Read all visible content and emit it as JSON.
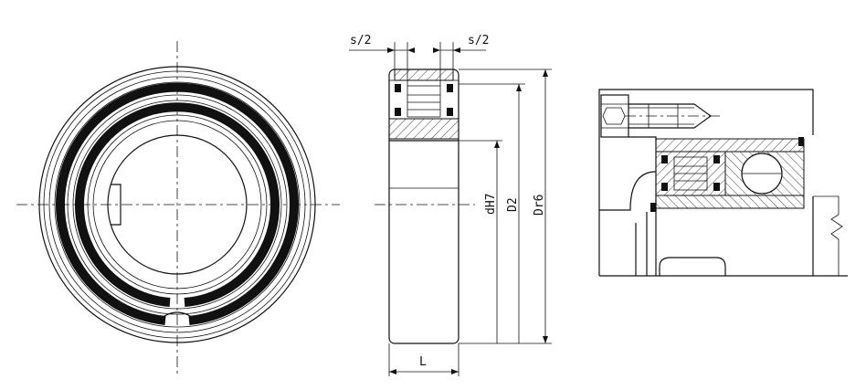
{
  "labels": {
    "s_half_left": "s/2",
    "s_half_right": "s/2",
    "bore": "dH7",
    "inner_diameter": "D2",
    "outer_diameter": "Dr6",
    "length": "L"
  },
  "colors": {
    "line": "#111111",
    "background": "#ffffff"
  }
}
